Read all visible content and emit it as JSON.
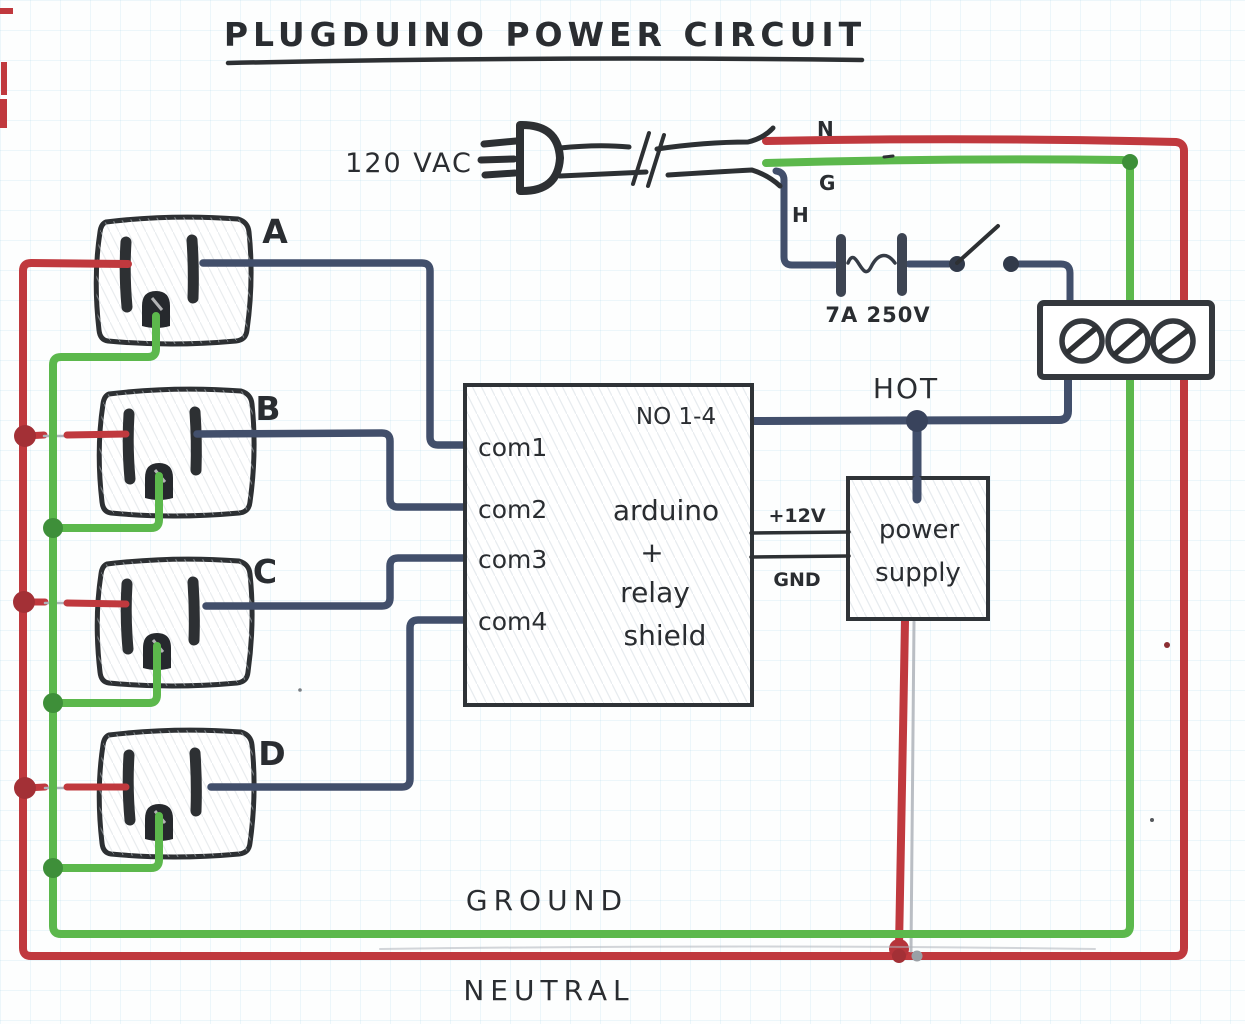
{
  "title": "PLUGDUINO POWER CIRCUIT",
  "power_source": {
    "label": "120 VAC"
  },
  "cord": {
    "neutral": "N",
    "ground": "G",
    "hot": "H"
  },
  "fuse": {
    "rating": "7A 250V"
  },
  "outlets": [
    {
      "label": "A"
    },
    {
      "label": "B"
    },
    {
      "label": "C"
    },
    {
      "label": "D"
    }
  ],
  "relay_board": {
    "inputs": [
      "com1",
      "com2",
      "com3",
      "com4"
    ],
    "output": "NO 1-4",
    "name_lines": [
      "arduino",
      "+",
      "relay",
      "shield"
    ]
  },
  "power_supply": {
    "name_lines": [
      "power",
      "supply"
    ],
    "v12": "+12V",
    "gnd": "GND"
  },
  "nets": {
    "hot": "HOT",
    "ground": "GROUND",
    "neutral": "NEUTRAL"
  },
  "colors": {
    "hot_wire": "#424f6b",
    "neutral_wire": "#c0393e",
    "ground_wire": "#5cb84c",
    "ink": "#2d3033"
  }
}
